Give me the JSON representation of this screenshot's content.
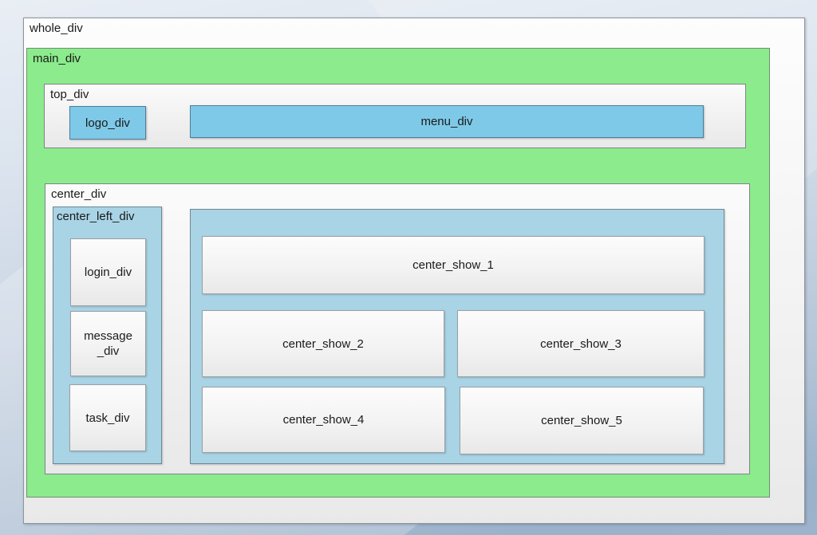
{
  "colors": {
    "page_bg_top": "#e9eef5",
    "page_bg_bottom": "#9ab2ca",
    "green": "#8ceb8c",
    "sky_blue": "#7ec9e8",
    "light_blue": "#a9d4e5",
    "panel_bg": "#f3f3f3",
    "text": "#1a1a1a"
  },
  "diagram": {
    "labels": {
      "whole_div": "whole_div",
      "main_div": "main_div",
      "top_div": "top_div",
      "logo_div": "logo_div",
      "menu_div": "menu_div",
      "center_div": "center_div",
      "center_left_div": "center_left_div",
      "login_div": "login_div",
      "message_div": "message\n_div",
      "task_div": "task_div",
      "center_show_1": "center_show_1",
      "center_show_2": "center_show_2",
      "center_show_3": "center_show_3",
      "center_show_4": "center_show_4",
      "center_show_5": "center_show_5"
    }
  }
}
